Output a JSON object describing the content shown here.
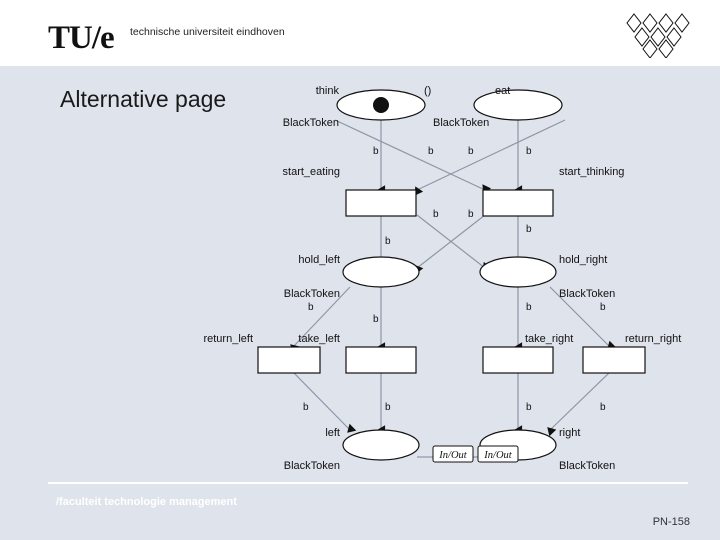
{
  "header": {
    "logo_text": "TU/e",
    "logo_sub": "technische universiteit eindhoven",
    "mark_name": "tue-diamond-mark"
  },
  "slide": {
    "title": "Alternative page",
    "faculty": "/faculteit technologie management",
    "page_number": "PN-158"
  },
  "diagram": {
    "type": "petri-net",
    "places": [
      {
        "id": "think",
        "label": "think",
        "token_label": "BlackToken",
        "marking_dot": true
      },
      {
        "id": "eat",
        "label": "eat",
        "token_label": "BlackToken",
        "marking_dot": false
      },
      {
        "id": "hold_left",
        "label": "hold_left",
        "token_label": "BlackToken",
        "marking_dot": false
      },
      {
        "id": "hold_right",
        "label": "hold_right",
        "token_label": "BlackToken",
        "marking_dot": false
      },
      {
        "id": "left",
        "label": "left",
        "token_label": "BlackToken",
        "marking_dot": false
      },
      {
        "id": "right",
        "label": "right",
        "token_label": "BlackToken",
        "marking_dot": false
      }
    ],
    "transitions": [
      {
        "id": "start_eating",
        "label": "start_eating"
      },
      {
        "id": "start_thinking",
        "label": "start_thinking"
      },
      {
        "id": "return_left",
        "label": "return_left"
      },
      {
        "id": "take_left",
        "label": "take_left"
      },
      {
        "id": "take_right",
        "label": "take_right"
      },
      {
        "id": "return_right",
        "label": "return_right"
      }
    ],
    "ports": [
      {
        "id": "port_left",
        "label": "In/Out"
      },
      {
        "id": "port_right",
        "label": "In/Out"
      }
    ],
    "type_annotation": "()",
    "arc_inscriptions": [
      "b",
      "b",
      "b",
      "b",
      "b",
      "b",
      "b",
      "b",
      "b",
      "b",
      "b",
      "b",
      "b",
      "b",
      "b",
      "b"
    ],
    "arc_label": "b"
  }
}
